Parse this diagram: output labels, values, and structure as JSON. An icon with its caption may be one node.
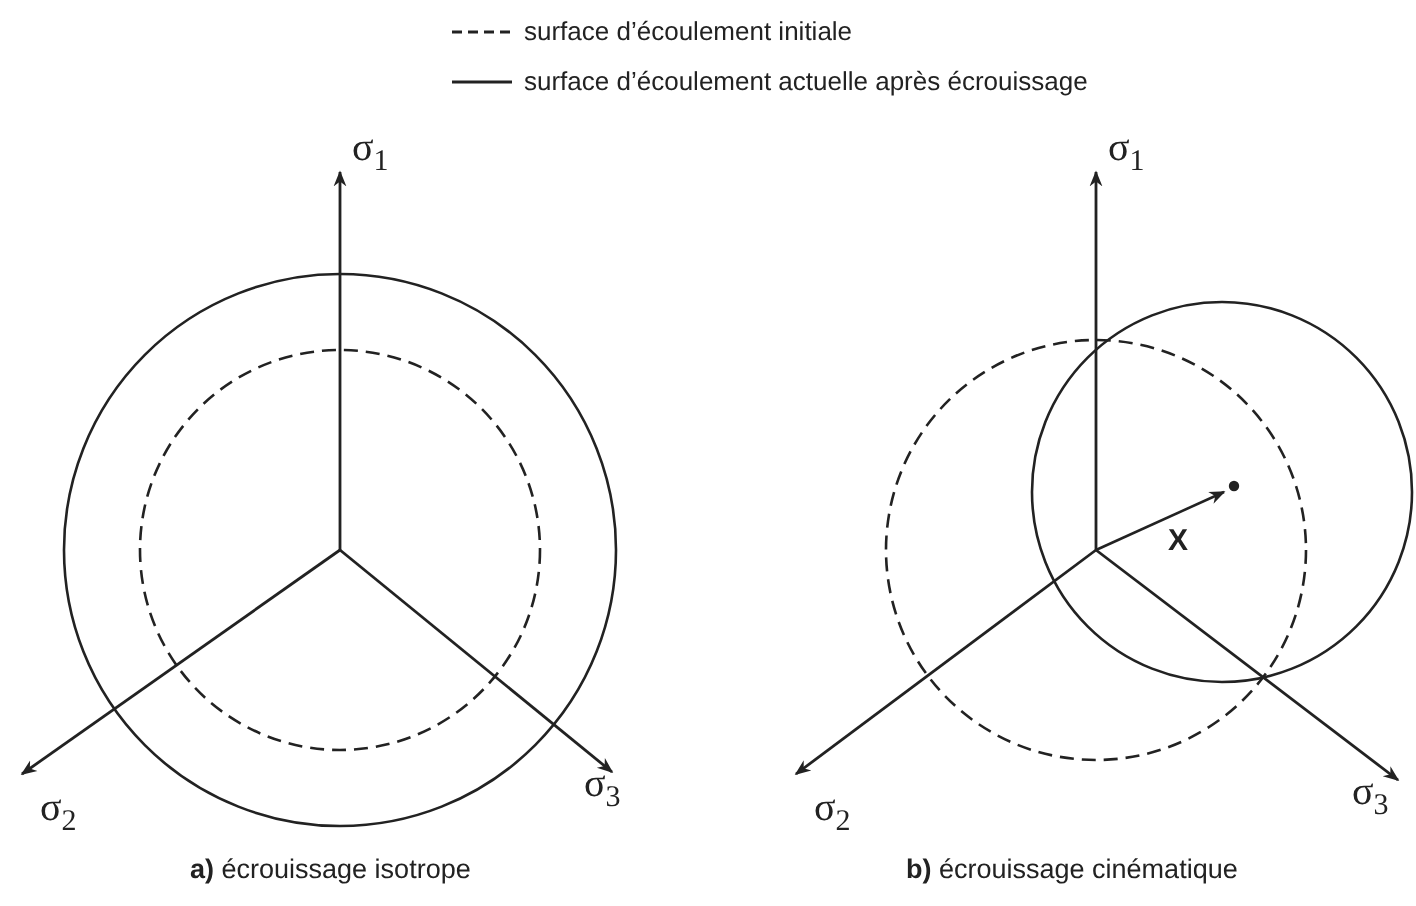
{
  "diagram": {
    "labels": [
      "σ$_{1}$",
      "σ$_{2}$",
      "σ$_{3}$",
      "σ$_{1}$",
      "X",
      "σ$_{2}$",
      "σ$_{3}$",
      "**a)** écrouissage isotrope",
      "**b)** écrouissage cinématique"
    ],
    "legend": [
      {
        "text": "surface d’écoulement initiale"
      },
      {
        "text": "surface d’écoulement actuelle après écrouissage"
      }
    ]
  }
}
